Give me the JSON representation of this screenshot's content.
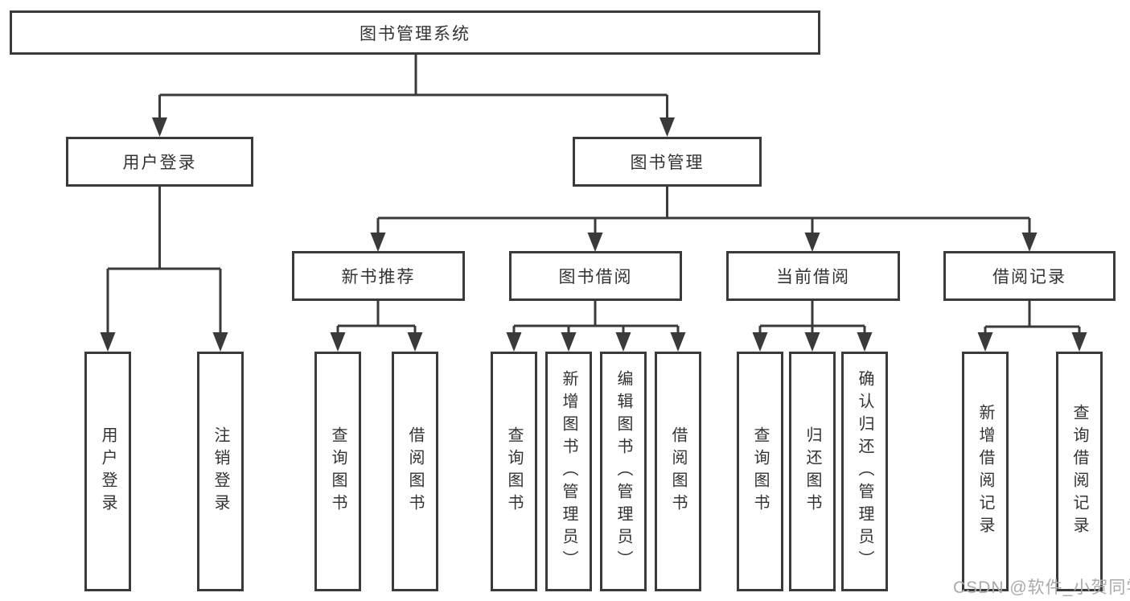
{
  "tree": {
    "label": "图书管理系统",
    "children": [
      {
        "label": "用户登录",
        "children": [
          {
            "label": "用户登录"
          },
          {
            "label": "注销登录"
          }
        ]
      },
      {
        "label": "图书管理",
        "children": [
          {
            "label": "新书推荐",
            "children": [
              {
                "label": "查询图书"
              },
              {
                "label": "借阅图书"
              }
            ]
          },
          {
            "label": "图书借阅",
            "children": [
              {
                "label": "查询图书"
              },
              {
                "label": "新增图书（管理员）"
              },
              {
                "label": "编辑图书（管理员）"
              },
              {
                "label": "借阅图书"
              }
            ]
          },
          {
            "label": "当前借阅",
            "children": [
              {
                "label": "查询图书"
              },
              {
                "label": "归还图书"
              },
              {
                "label": "确认归还（管理员）"
              }
            ]
          },
          {
            "label": "借阅记录",
            "children": [
              {
                "label": "新增借阅记录"
              },
              {
                "label": "查询借阅记录"
              }
            ]
          }
        ]
      }
    ]
  },
  "watermark": "CSDN @软件_小贺同学",
  "colors": {
    "line": "#3a3a3a",
    "box_border": "#3a3a3a",
    "text": "#333333",
    "background": "#ffffff",
    "watermark": "#aaaaaa"
  }
}
